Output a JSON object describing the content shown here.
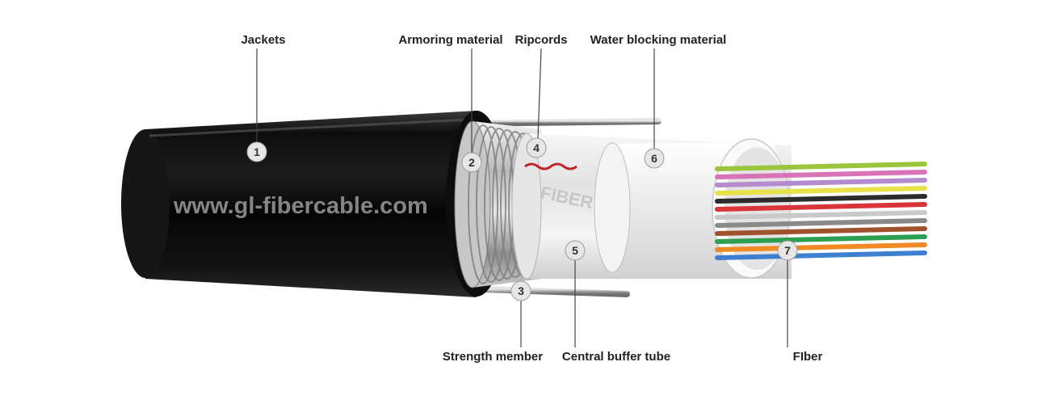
{
  "diagram": {
    "watermark_text": "www.gl-fibercable.com",
    "fiber_stamp": "FIBER",
    "components": [
      {
        "id": "jackets",
        "number": "1",
        "label": "Jackets"
      },
      {
        "id": "armoring",
        "number": "2",
        "label": "Armoring material"
      },
      {
        "id": "strength",
        "number": "3",
        "label": "Strength member"
      },
      {
        "id": "ripcords",
        "number": "4",
        "label": "Ripcords"
      },
      {
        "id": "buffer",
        "number": "5",
        "label": "Central buffer tube"
      },
      {
        "id": "water",
        "number": "6",
        "label": "Water blocking material"
      },
      {
        "id": "fiber",
        "number": "7",
        "label": "FIber"
      }
    ],
    "fiber_colors": [
      "#9bc53d",
      "#d873b8",
      "#b58bd0",
      "#e8e24a",
      "#2b2b2b",
      "#d9343a",
      "#c9c9c9",
      "#8a8a8a",
      "#a0522d",
      "#2ca050",
      "#f08a24",
      "#3f7fd0"
    ]
  }
}
